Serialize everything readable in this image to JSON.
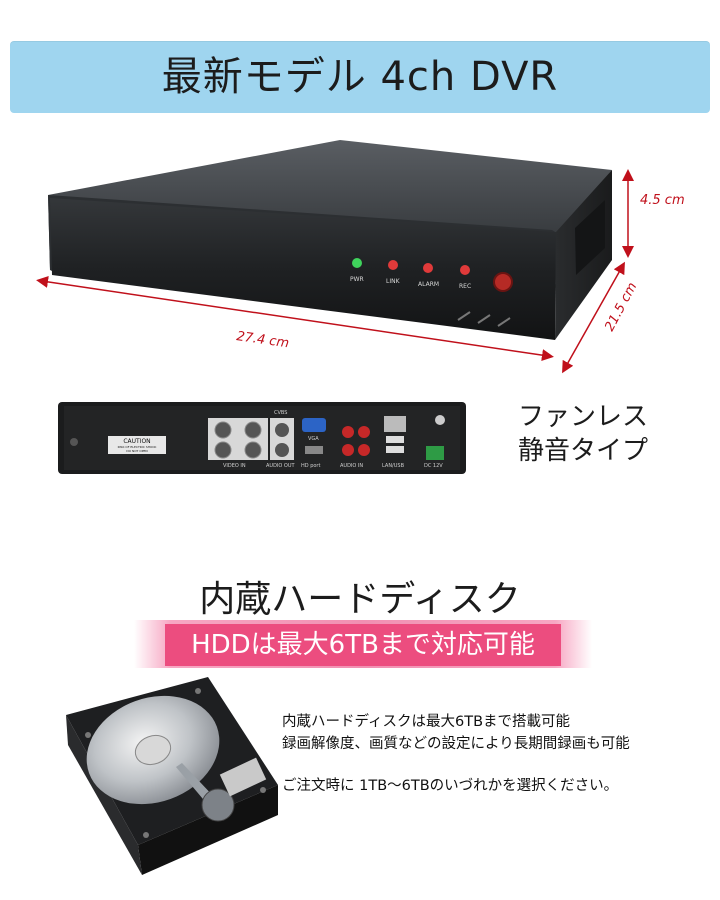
{
  "title": "最新モデル 4ch DVR",
  "dimensions": {
    "height": "4.5 cm",
    "depth": "21.5 cm",
    "width": "27.4 cm"
  },
  "front_panel": {
    "leds": [
      "PWR",
      "LINK",
      "ALARM",
      "REC"
    ]
  },
  "rear_panel": {
    "labels": {
      "caution": "CAUTION",
      "caution_sub1": "RISK OF ELECTRIC SHOCK",
      "caution_sub2": "DO NOT OPEN",
      "video_in": "VIDEO IN",
      "cvbs": "CVBS",
      "audio_out": "AUDIO OUT",
      "vga": "VGA",
      "hdmi": "HD port",
      "audio_in": "AUDIO IN",
      "lan_usb": "LAN/USB",
      "dc": "DC 12V"
    }
  },
  "feature": {
    "line1": "ファンレス",
    "line2": "静音タイプ"
  },
  "hdd_section": {
    "heading": "内蔵ハードディスク",
    "highlight": "HDDは最大6TBまで対応可能",
    "desc_line1": "内蔵ハードディスクは最大6TBまで搭載可能",
    "desc_line2": "録画解像度、画質などの設定により長期間録画も可能",
    "desc_line3": "ご注文時に 1TB～6TBのいづれかを選択ください。"
  },
  "colors": {
    "banner": "#9fd5ef",
    "dimension_red": "#c0101b",
    "highlight_pink": "#ec4d7f"
  }
}
